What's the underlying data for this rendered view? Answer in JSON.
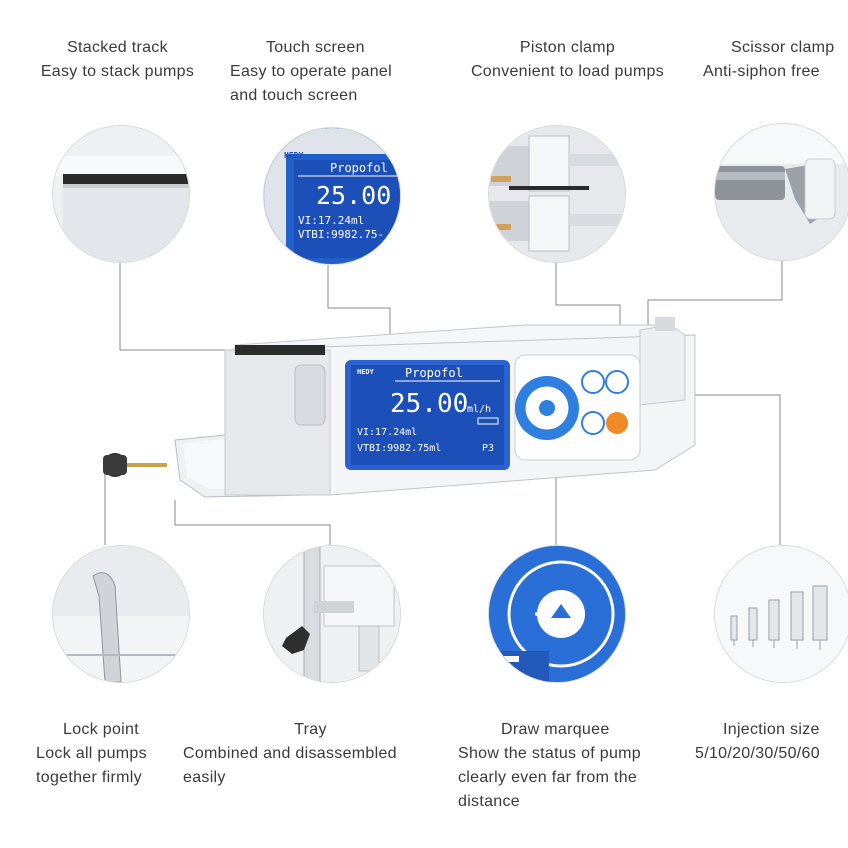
{
  "features": {
    "stacked_track": {
      "title": "Stacked track",
      "desc": [
        "Easy to stack pumps"
      ]
    },
    "touch_screen": {
      "title": "Touch screen",
      "desc": [
        "Easy to operate panel",
        "and touch screen"
      ]
    },
    "piston_clamp": {
      "title": "Piston clamp",
      "desc": [
        "Convenient to load pumps"
      ]
    },
    "scissor_clamp": {
      "title": "Scissor clamp",
      "desc": [
        "Anti-siphon free"
      ]
    },
    "lock_point": {
      "title": "Lock point",
      "desc": [
        "Lock all pumps",
        "together firmly"
      ]
    },
    "tray": {
      "title": "Tray",
      "desc": [
        "Combined and disassembled",
        "easily"
      ]
    },
    "draw_marquee": {
      "title": "Draw marquee",
      "desc": [
        "Show the status of pump",
        "clearly even far from the",
        "distance"
      ]
    },
    "injection_size": {
      "title": "Injection size",
      "desc": [
        "5/10/20/30/50/60"
      ]
    }
  },
  "display": {
    "brand": "HEDY",
    "drug": "Propofol",
    "rate": "25.00",
    "rate_unit": "ml/h",
    "vi": "VI:17.24ml",
    "vtbi": "VTBI:9982.75ml",
    "pressure": "P3",
    "zoom_vtbi": "VTBI:9982.75-"
  },
  "colors": {
    "screen_blue": "#1f5fc8",
    "accent_blue": "#2f7fe0",
    "device_white": "#f4f5f7",
    "orange": "#f08a24"
  }
}
